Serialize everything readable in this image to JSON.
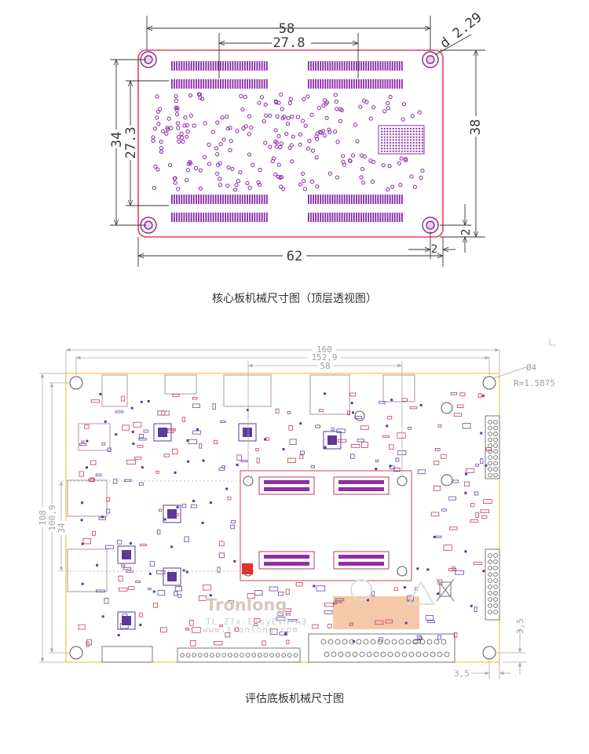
{
  "core_board": {
    "caption": "核心板机械尺寸图（顶层透视图）",
    "dims": {
      "width_outer": "58",
      "width_inner": "27.8",
      "hole_diameter": "d 2.29",
      "height_right": "38",
      "height_left_outer": "34",
      "height_left_inner": "27.3",
      "bottom_width": "62",
      "corner_offset_right": "2",
      "corner_offset_bottom": "2"
    }
  },
  "eval_board": {
    "caption": "评估底板机械尺寸图",
    "dims": {
      "width_outer": "160",
      "width_mid": "152,9",
      "width_inner": "58",
      "height_outer": "108",
      "height_mid": "100,9",
      "height_inner": "34",
      "hole_diameter": "Ø4",
      "hole_radius": "R=1.5875",
      "edge_offset_x": "3,5",
      "edge_offset_y": "3,5"
    },
    "silkscreen": {
      "brand": "Tronlong",
      "model": "TL Z7x-EasyEVM-A3",
      "url": "www.tronlong.com"
    }
  }
}
